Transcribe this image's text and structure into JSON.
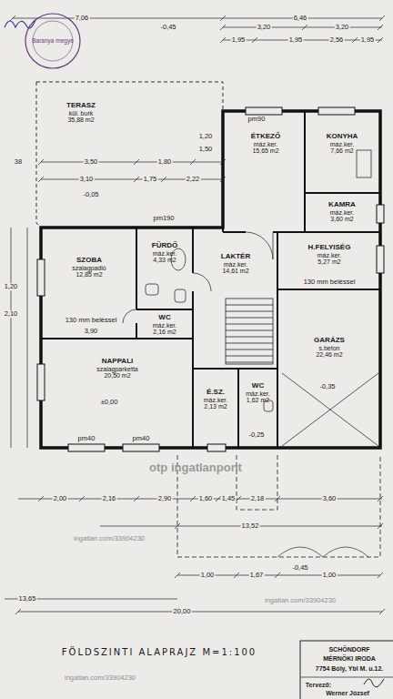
{
  "diagram": {
    "title": "FÖLDSZINTI ALAPRAJZ M=1:100",
    "nodes": [
      {
        "text": [
          "TERASZ",
          "kül. burk",
          "35,88 m2"
        ]
      },
      {
        "text": [
          "ÉTKEZŐ",
          "máz.ker.",
          "15,65 m2"
        ]
      },
      {
        "text": [
          "KONYHA",
          "máz.ker.",
          "7,66 m2"
        ]
      },
      {
        "text": [
          "KAMRA",
          "máz.ker.",
          "3,60 m2"
        ]
      },
      {
        "text": [
          "SZOBA",
          "szalagpadló",
          "12,85 m2"
        ]
      },
      {
        "text": [
          "FÜRDŐ",
          "máz.ker.",
          "4,33 m2"
        ]
      },
      {
        "text": [
          "H.FELYISÉG",
          "máz.ker.",
          "5,27 m2"
        ]
      },
      {
        "text": [
          "LAKTÉR",
          "máz.ker.",
          "14,61 m2"
        ]
      },
      {
        "text": [
          "WC",
          "máz.ker.",
          "2,16 m2"
        ]
      },
      {
        "text": [
          "GARÁZS",
          "s.beton",
          "22,46 m2"
        ]
      },
      {
        "text": [
          "NAPPALI",
          "szalagparketta",
          "20,50 m2"
        ]
      },
      {
        "text": [
          "É.SZ.",
          "máz.ker.",
          "2,13 m2"
        ]
      },
      {
        "text": [
          "WC",
          "máz.ker.",
          "1,62 m2"
        ]
      }
    ],
    "labels": [
      "7,06",
      "6,46",
      "3,20",
      "3,20",
      "1,95",
      "1,95",
      "2,56",
      "1,95",
      "-0,45",
      "1,20",
      "1,50",
      "3,50",
      "1,80",
      "3,10",
      "1,75",
      "2,22",
      "-0,05",
      "38",
      "130 mm beléssel",
      "130 mm beléssel",
      "pm90",
      "pm190",
      "pm40",
      "pm40",
      "3,90",
      "1,20",
      "2,10",
      "±0,00",
      "-0,35",
      "-0,25",
      "-0,45",
      "2,00",
      "2,16",
      "2,90",
      "1,60",
      "1,45",
      "2,18",
      "3,60",
      "13,52",
      "1,00",
      "1,67",
      "1,00",
      "13,65",
      "20,00",
      "SCHÖNDORF",
      "MÉRNÖKI IRODA",
      "7754 Bóly, Ybl M. u.12.",
      "Tervező:",
      "Werner József",
      "Baranya megye",
      "otp ingatlanpont",
      "ingatlan.com/33904230",
      "ingatlan.com/33904230",
      "ingatlan.com/33904230"
    ]
  }
}
